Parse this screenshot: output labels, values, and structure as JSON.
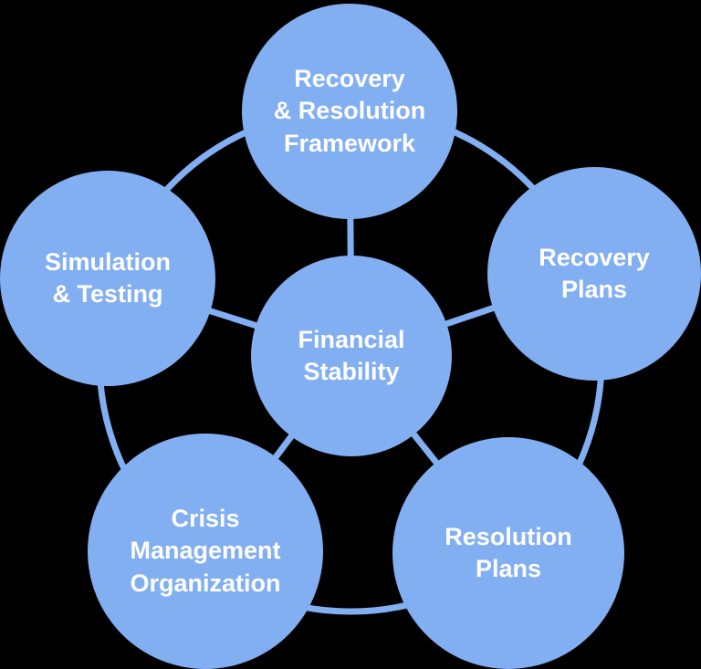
{
  "diagram": {
    "nodes": {
      "center": {
        "label": "Financial\nStability"
      },
      "top": {
        "label": "Recovery\n& Resolution\nFramework"
      },
      "upper_right": {
        "label": "Recovery\nPlans"
      },
      "lower_right": {
        "label": "Resolution\nPlans"
      },
      "lower_left": {
        "label": "Crisis\nManagement\nOrganization"
      },
      "upper_left": {
        "label": "Simulation\n& Testing"
      }
    },
    "colors": {
      "circle_fill": "#82AEF2",
      "connector": "#82AEF2",
      "text": "#FFFFFF",
      "background": "#000000"
    }
  }
}
